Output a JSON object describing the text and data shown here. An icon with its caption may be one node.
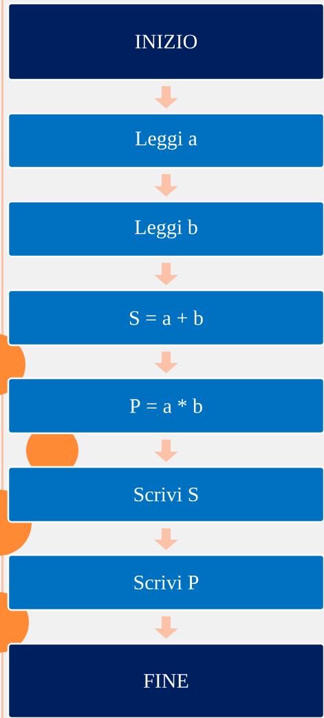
{
  "diagram": {
    "nodes": [
      {
        "text": [
          "INIZIO"
        ]
      },
      {
        "text": [
          "Leggi a"
        ]
      },
      {
        "text": [
          "Leggi b"
        ]
      },
      {
        "text": [
          "S = a + b"
        ]
      },
      {
        "text": [
          "P = a * b"
        ]
      },
      {
        "text": [
          "Scrivi S"
        ]
      },
      {
        "text": [
          "Scrivi P"
        ]
      },
      {
        "text": [
          "FINE"
        ]
      }
    ],
    "edges": [
      {
        "from": 0,
        "to": 1,
        "arrow": "to"
      },
      {
        "from": 1,
        "to": 2,
        "arrow": "to"
      },
      {
        "from": 2,
        "to": 3,
        "arrow": "to"
      },
      {
        "from": 3,
        "to": 4,
        "arrow": "to"
      },
      {
        "from": 4,
        "to": 5,
        "arrow": "to"
      },
      {
        "from": 5,
        "to": 6,
        "arrow": "to"
      },
      {
        "from": 6,
        "to": 7,
        "arrow": "to"
      }
    ]
  }
}
